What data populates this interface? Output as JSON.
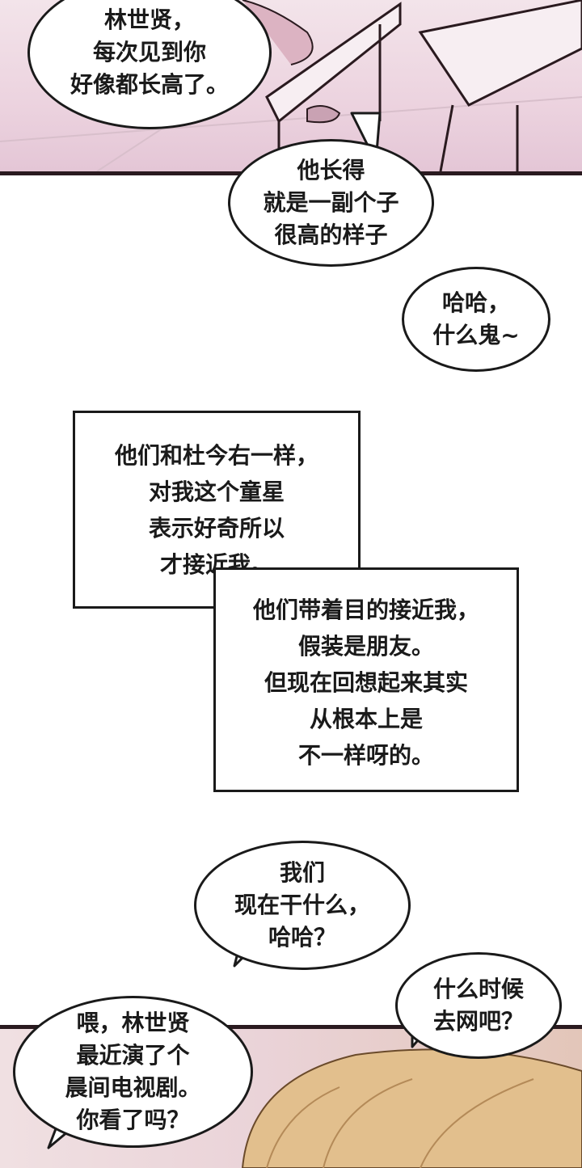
{
  "panels": {
    "top_scene": "classroom",
    "bottom_scene": "hair"
  },
  "bubbles": {
    "b1": "林世贤，\n每次见到你\n好像都长高了。",
    "b2": "他长得\n就是一副个子\n很高的样子",
    "b3": "哈哈，\n什么鬼~",
    "b4": "我们\n现在干什么，\n哈哈？",
    "b5": "什么时候\n去网吧？",
    "b6": "喂，林世贤\n最近演了个\n晨间电视剧。\n你看了吗？"
  },
  "narration": {
    "n1": "他们和杜今右一样，\n对我这个童星\n表示好奇所以\n才接近我。",
    "n2": "他们带着目的接近我，\n假装是朋友。\n但现在回想起来其实\n从根本上是\n不一样呀的。"
  }
}
